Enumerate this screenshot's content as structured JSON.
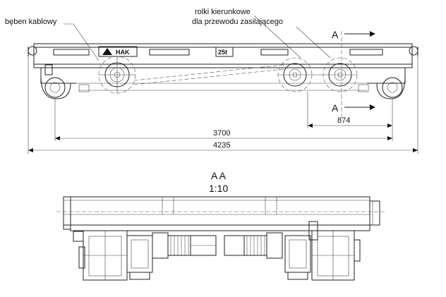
{
  "labels": {
    "cable_drum": "bęben kablowy",
    "guide_rollers_line1": "rolki kierunkowe",
    "guide_rollers_line2": "dla przewodu zasilającego",
    "section_mark_top": "A",
    "section_mark_bottom": "A",
    "section_title": "A A",
    "section_scale": "1:10",
    "brand_plate": "HAK",
    "capacity_plate": "25t"
  },
  "dimensions": {
    "overall_length": "4235",
    "wheel_span": "3700",
    "section_offset": "874"
  }
}
